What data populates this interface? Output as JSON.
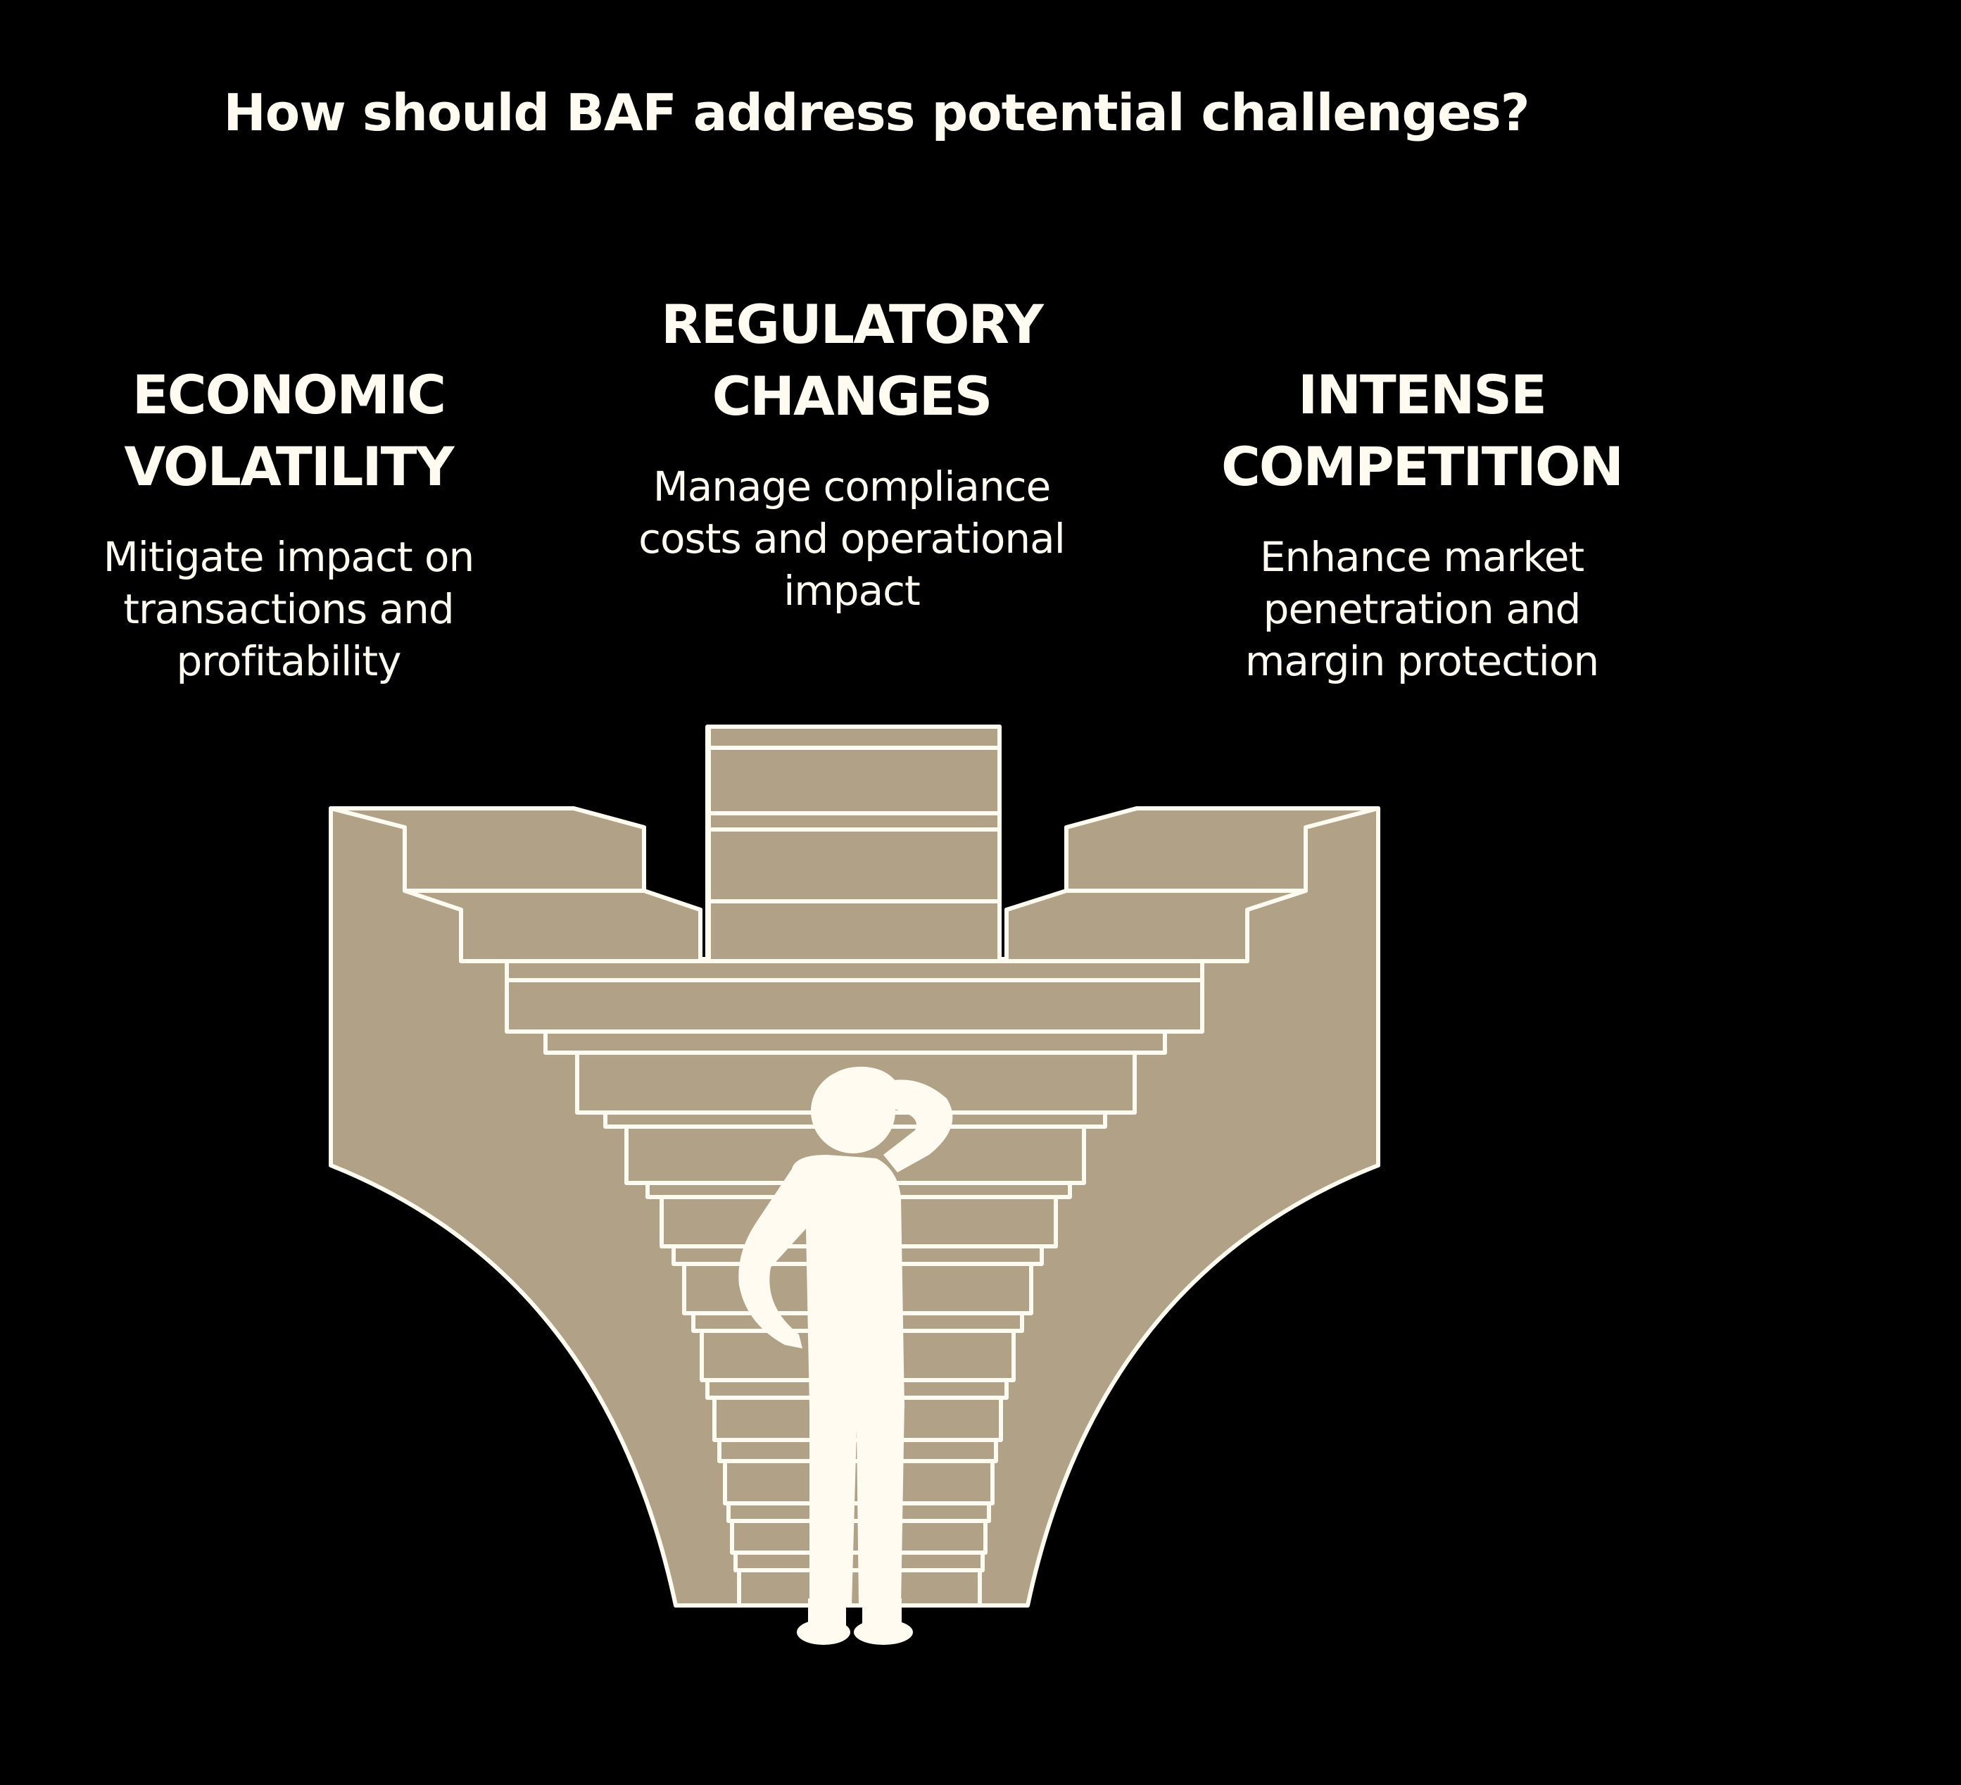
{
  "title": "How should BAF address potential challenges?",
  "colors": {
    "background": "#000000",
    "text": "#fffbf1",
    "steps_fill": "#b1a186",
    "outline": "#fffbf1",
    "figure": "#fffbf1"
  },
  "challenges": [
    {
      "heading_lines": [
        "ECONOMIC",
        "VOLATILITY"
      ],
      "description_lines": [
        "Mitigate impact on",
        "transactions and",
        "profitability"
      ]
    },
    {
      "heading_lines": [
        "REGULATORY",
        "CHANGES"
      ],
      "description_lines": [
        "Manage compliance",
        "costs and operational",
        "impact"
      ]
    },
    {
      "heading_lines": [
        "INTENSE",
        "COMPETITION"
      ],
      "description_lines": [
        "Enhance market",
        "penetration and",
        "margin protection"
      ]
    }
  ],
  "illustration": {
    "icon": "person-thinking-icon",
    "structure": "staircase-icon"
  }
}
